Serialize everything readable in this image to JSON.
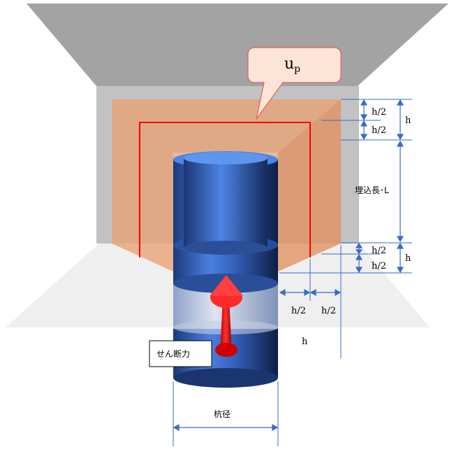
{
  "callout": {
    "main": "u",
    "sub": "p"
  },
  "labels": {
    "half_h": "h/2",
    "h": "h",
    "embed_length": "埋込長･L",
    "shear_force": "せん断力",
    "pile_diameter": "杭径"
  },
  "colors": {
    "slab_top": "#a3a3a3",
    "slab_body": "#c2c2c2",
    "floor": "#efefef",
    "cone": "#e9a274",
    "pile_blue": "#3d6fd0",
    "pile_dark": "#1b3570",
    "outline_red": "#ff0000",
    "dim_blue": "#3a6bc4",
    "callout_fill": "#fde4d6",
    "callout_stroke": "#e06060"
  }
}
